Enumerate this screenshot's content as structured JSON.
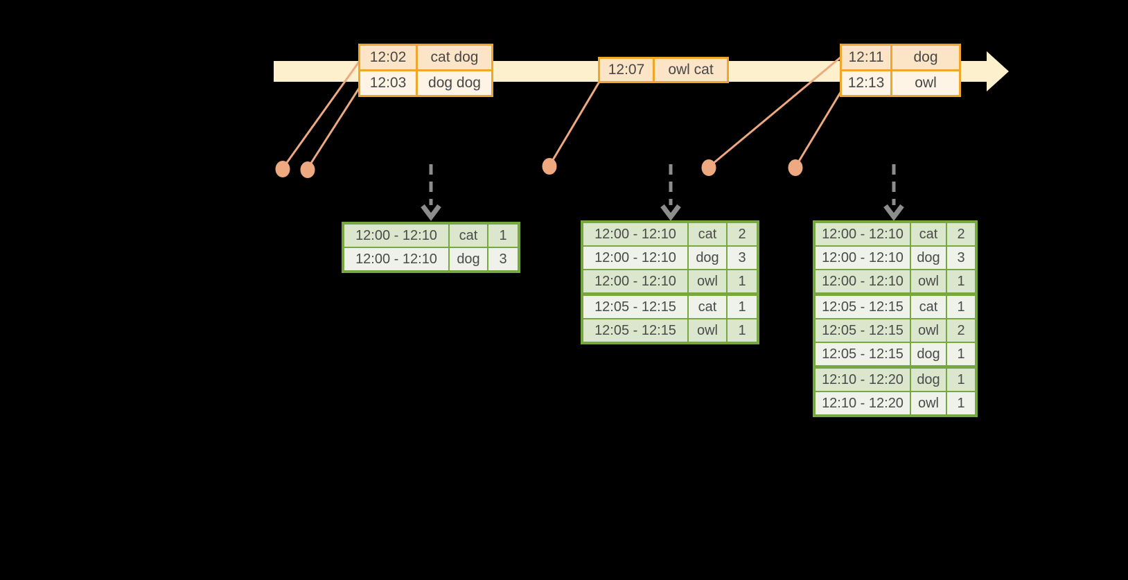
{
  "colors": {
    "background": "#000000",
    "timeline_fill": "#fcf1cc",
    "event_table_border": "#f0a62a",
    "event_row_dark": "#fce4c6",
    "event_row_light": "#fdf4e6",
    "connector_salmon": "#eea980",
    "trigger_arrow_gray": "#8d8d8d",
    "result_table_border": "#76a83f",
    "result_row_dark": "#dbe7cd",
    "result_row_light": "#eef2e8",
    "text": "#474747"
  },
  "event_tables": [
    {
      "name": "events-12-02",
      "rows": [
        {
          "time": "12:02",
          "words": "cat dog"
        },
        {
          "time": "12:03",
          "words": "dog dog"
        }
      ]
    },
    {
      "name": "events-12-07",
      "rows": [
        {
          "time": "12:07",
          "words": "owl cat"
        }
      ]
    },
    {
      "name": "events-12-11",
      "rows": [
        {
          "time": "12:11",
          "words": "dog"
        },
        {
          "time": "12:13",
          "words": "owl"
        }
      ]
    }
  ],
  "result_tables": [
    {
      "name": "result-table-1",
      "rows": [
        {
          "window": "12:00 - 12:10",
          "word": "cat",
          "count": "1"
        },
        {
          "window": "12:00 - 12:10",
          "word": "dog",
          "count": "3"
        }
      ]
    },
    {
      "name": "result-table-2",
      "rows": [
        {
          "window": "12:00 - 12:10",
          "word": "cat",
          "count": "2"
        },
        {
          "window": "12:00 - 12:10",
          "word": "dog",
          "count": "3"
        },
        {
          "window": "12:00 - 12:10",
          "word": "owl",
          "count": "1"
        },
        {
          "window": "12:05 - 12:15",
          "word": "cat",
          "count": "1"
        },
        {
          "window": "12:05 - 12:15",
          "word": "owl",
          "count": "1"
        }
      ]
    },
    {
      "name": "result-table-3",
      "rows": [
        {
          "window": "12:00 - 12:10",
          "word": "cat",
          "count": "2"
        },
        {
          "window": "12:00 - 12:10",
          "word": "dog",
          "count": "3"
        },
        {
          "window": "12:00 - 12:10",
          "word": "owl",
          "count": "1"
        },
        {
          "window": "12:05 - 12:15",
          "word": "cat",
          "count": "1"
        },
        {
          "window": "12:05 - 12:15",
          "word": "owl",
          "count": "2"
        },
        {
          "window": "12:05 - 12:15",
          "word": "dog",
          "count": "1"
        },
        {
          "window": "12:10 - 12:20",
          "word": "dog",
          "count": "1"
        },
        {
          "window": "12:10 - 12:20",
          "word": "owl",
          "count": "1"
        }
      ]
    }
  ]
}
